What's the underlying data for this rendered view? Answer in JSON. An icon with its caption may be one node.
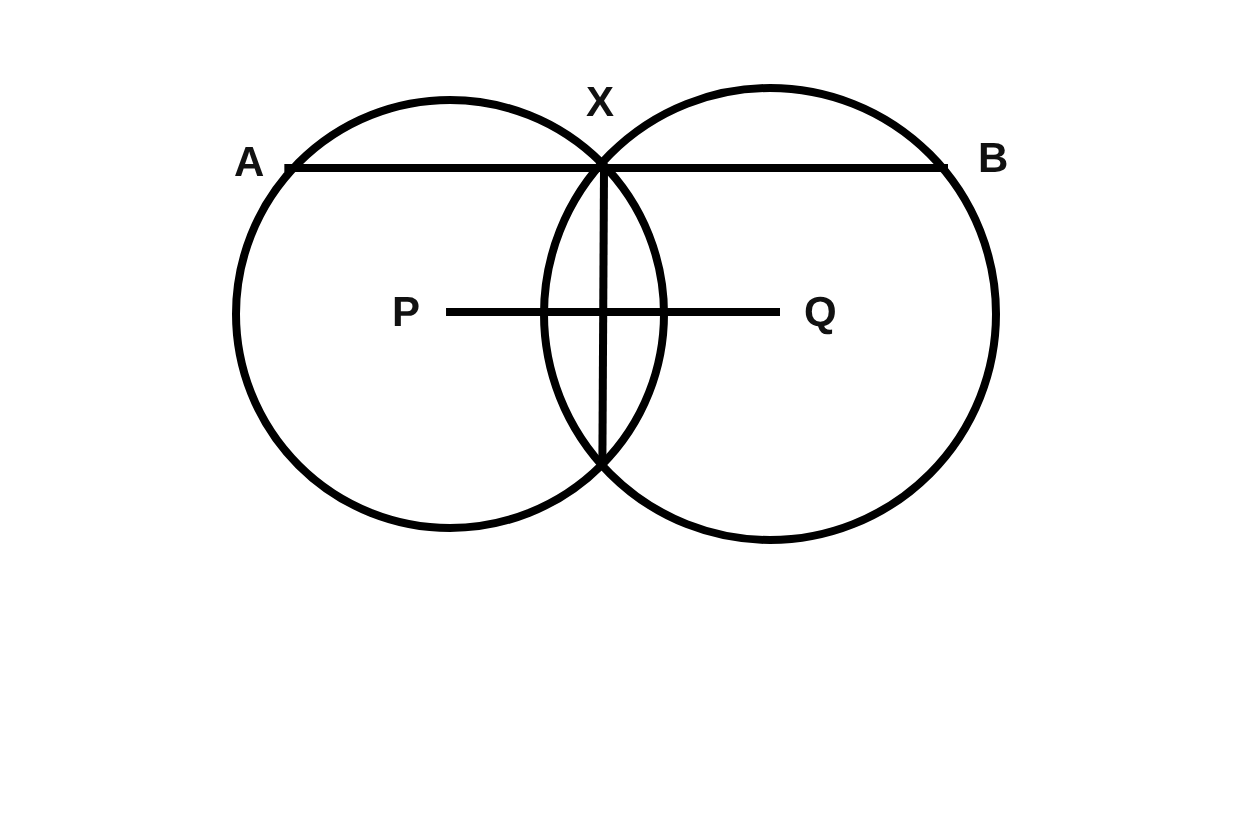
{
  "diagram": {
    "nodes": [
      {
        "text": [],
        "shape": "circle"
      },
      {
        "text": [],
        "shape": "circle"
      },
      {
        "text": [
          "A"
        ]
      },
      {
        "text": [
          "X"
        ]
      },
      {
        "text": [
          "B"
        ]
      },
      {
        "text": [
          "P"
        ],
        "in": 0
      },
      {
        "text": [
          "Q"
        ],
        "in": 1
      }
    ],
    "edges": [
      {
        "from": 2,
        "to": 4,
        "arrow": "none"
      },
      {
        "from": 5,
        "to": 6,
        "arrow": "none"
      },
      {
        "from": 3,
        "to": 0,
        "arrow": "none"
      }
    ]
  }
}
